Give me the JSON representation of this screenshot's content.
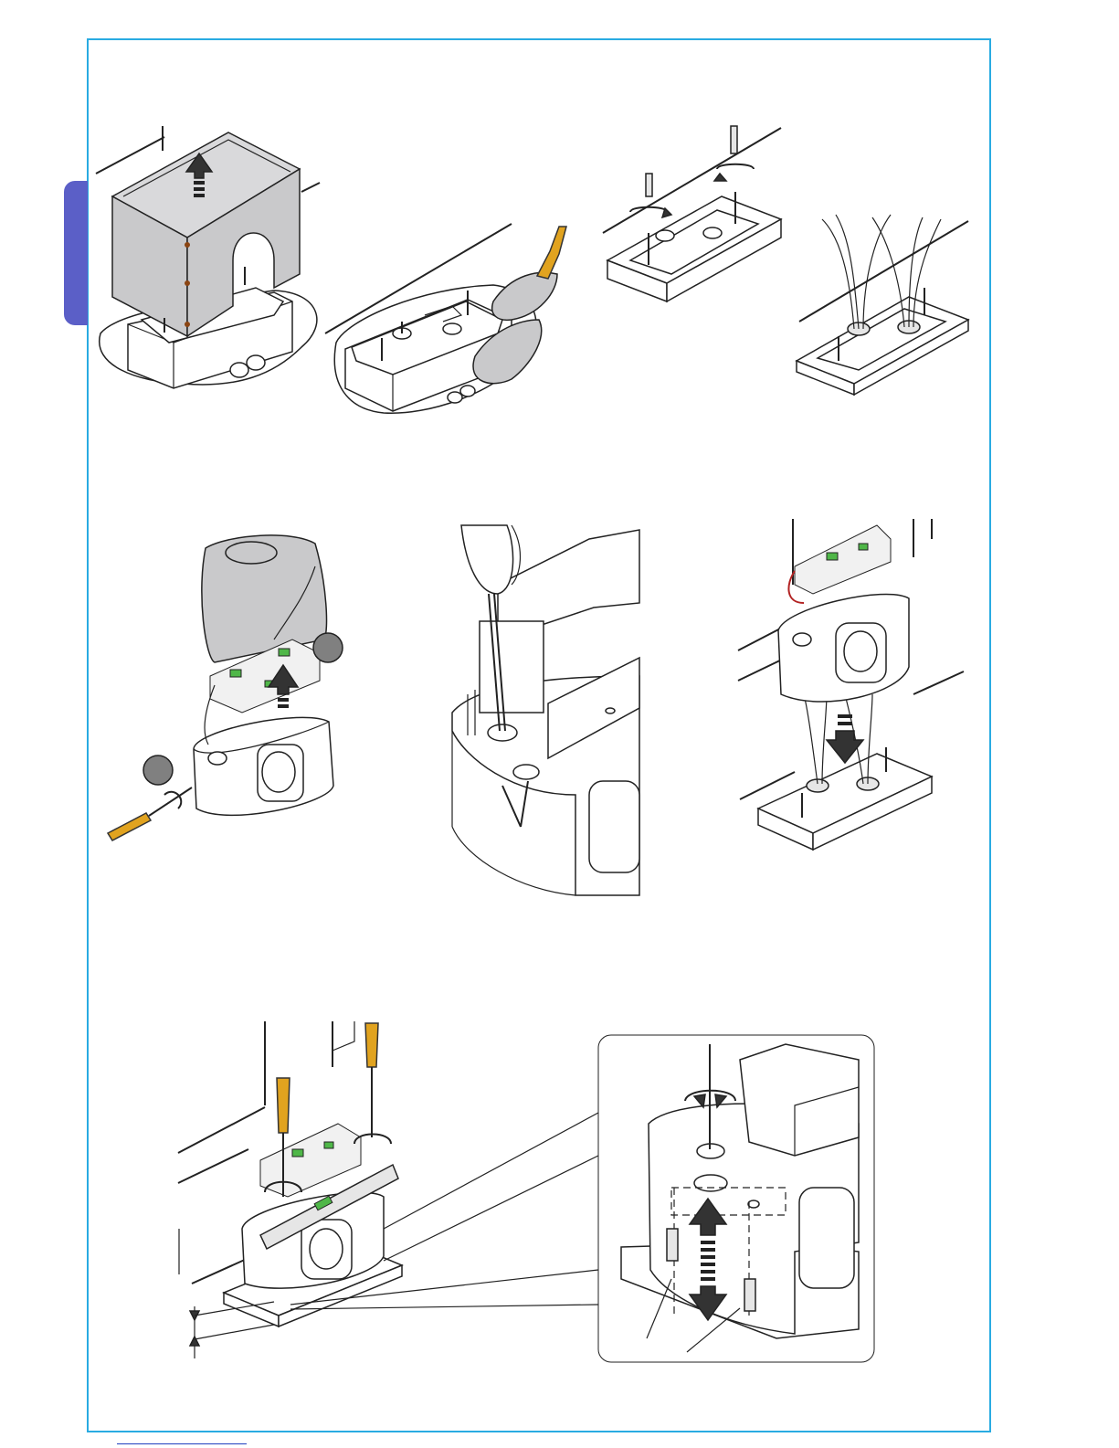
{
  "page": {
    "frame_color": "#29abe2",
    "side_tab_color": "#5b5fc7",
    "link_color": "#2040c0",
    "accent_handle_color": "#e1a31f",
    "pcb_component_color": "#4fb748"
  },
  "figures": [
    {
      "name": "remove-formwork-box"
    },
    {
      "name": "trowel-concrete-base"
    },
    {
      "name": "screw-in-anchor-studs"
    },
    {
      "name": "cables-through-base-plate"
    },
    {
      "name": "remove-cover-and-board"
    },
    {
      "name": "screwdriver-base-holes"
    },
    {
      "name": "lower-motor-onto-base"
    },
    {
      "name": "level-and-adjust-height"
    },
    {
      "name": "detail-adjust-feet"
    }
  ]
}
